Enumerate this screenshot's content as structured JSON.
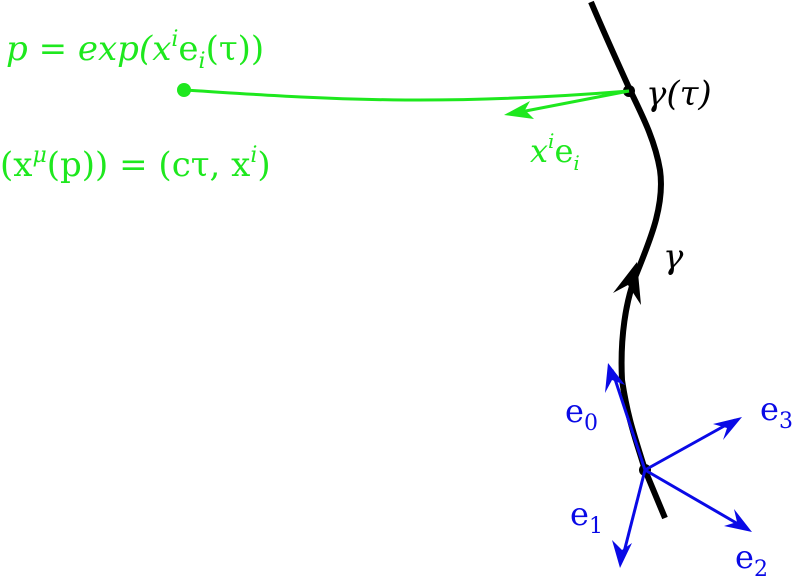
{
  "diagram": {
    "colors": {
      "worldline": "#000000",
      "geodesic": "#1ee81e",
      "frame": "#0a0ae6"
    },
    "labels": {
      "point_def": [
        "p = exp(x",
        "i",
        "e",
        "i",
        "(τ))"
      ],
      "coords_def": [
        "(x",
        "μ",
        "(p)) = (cτ, x",
        "i",
        ")"
      ],
      "tangent": [
        "x",
        "i",
        "e",
        "i"
      ],
      "curve_point": "γ(τ)",
      "curve": "γ",
      "e0": [
        "e",
        "0"
      ],
      "e1": [
        "e",
        "1"
      ],
      "e2": [
        "e",
        "2"
      ],
      "e3": [
        "e",
        "3"
      ]
    }
  }
}
